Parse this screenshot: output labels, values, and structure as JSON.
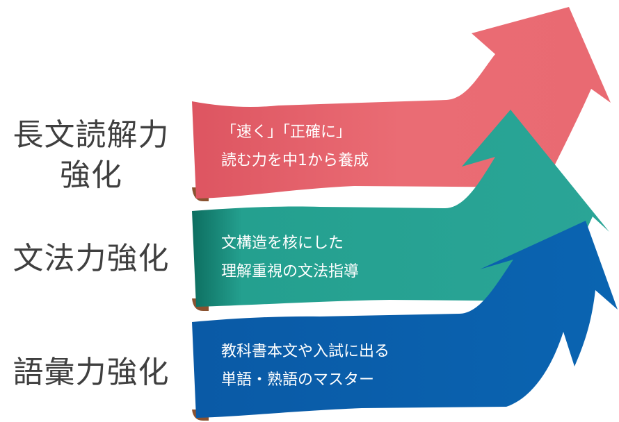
{
  "rows": [
    {
      "heading_lines": [
        "長文読解力",
        "強化"
      ],
      "desc_lines": [
        "「速く」「正確に」",
        "読む力を中1から養成"
      ],
      "color": "#e96a72"
    },
    {
      "heading_lines": [
        "文法力強化"
      ],
      "desc_lines": [
        "文構造を核にした",
        "理解重視の文法指導"
      ],
      "color": "#2aa597"
    },
    {
      "heading_lines": [
        "語彙力強化"
      ],
      "desc_lines": [
        "教科書本文や入試に出る",
        "単語・熟語のマスター"
      ],
      "color": "#0a64b1"
    }
  ],
  "arrow_colors": {
    "pink": "#e96a72",
    "teal": "#2aa597",
    "blue": "#0a64b1",
    "curl": "#8a5230",
    "text_dark": "#3f3f3f"
  }
}
